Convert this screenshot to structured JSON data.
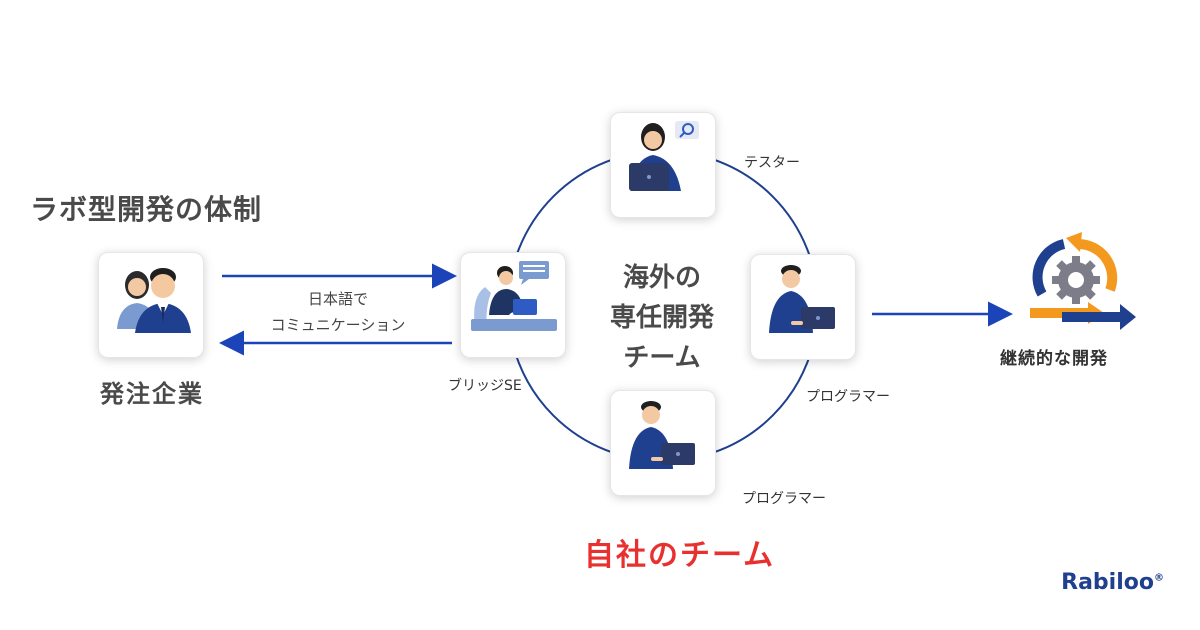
{
  "title": "ラボ型開発の体制",
  "center_lines": [
    "海外の",
    "専任開発",
    "チーム"
  ],
  "client_label": "発注企業",
  "comm_lines": [
    "日本語で",
    "コミュニケーション"
  ],
  "roles": {
    "tester": "テスター",
    "bridge_se": "ブリッジSE",
    "programmer_right": "プログラマー",
    "programmer_bottom": "プログラマー"
  },
  "continuous_label": "継続的な開発",
  "own_team_label": "自社のチーム",
  "logo": {
    "main": "Rabiloo",
    "mark": "®"
  },
  "colors": {
    "navy": "#1f3f8f",
    "arrow_blue": "#1a44b8",
    "red": "#e8312f",
    "orange": "#f39a1e",
    "gear_gray": "#7d7d8a"
  }
}
